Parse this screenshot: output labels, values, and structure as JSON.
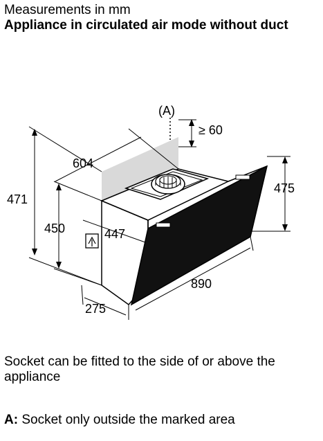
{
  "header": {
    "units": "Measurements in mm",
    "title": "Appliance in circulated air mode without duct"
  },
  "diagram": {
    "label_a": "(A)",
    "clearance": "≥ 60",
    "dims": {
      "width": "604",
      "total_height": "471",
      "body_height": "450",
      "depth_top": "447",
      "depth_bottom": "275",
      "glass_width": "890",
      "glass_height": "475"
    },
    "socket_icon": "socket-icon"
  },
  "notes": {
    "socket": "Socket can be fitted to the side of or above the appliance",
    "legend_key": "A:",
    "legend_text": "Socket only outside the marked area"
  }
}
